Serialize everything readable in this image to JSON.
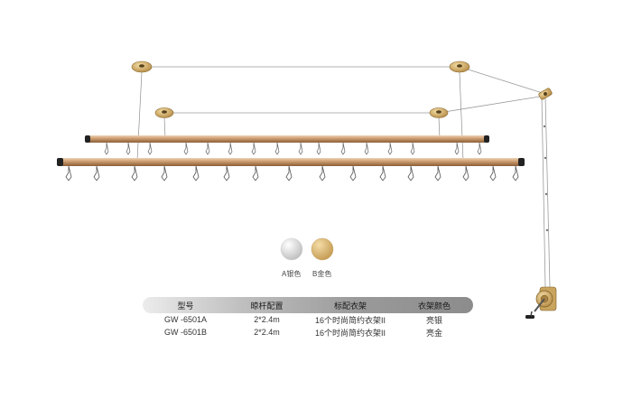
{
  "colors": {
    "silver_swatch": "#dcdcdc",
    "gold_swatch": "#d8b877",
    "rod_copper": "#c99a6c",
    "table_header_dark": "#8c8c8c",
    "table_header_light": "#ececec"
  },
  "swatches": [
    {
      "label": "A银色",
      "color": "silver"
    },
    {
      "label": "B金色",
      "color": "gold"
    }
  ],
  "table": {
    "headers": [
      "型号",
      "晾杆配置",
      "标配衣架",
      "衣架颜色"
    ],
    "rows": [
      [
        "GW -6501A",
        "2*2.4m",
        "16个时尚简约衣架II",
        "亮银"
      ],
      [
        "GW -6501B",
        "2*2.4m",
        "16个时尚简约衣架II",
        "亮金"
      ]
    ]
  }
}
